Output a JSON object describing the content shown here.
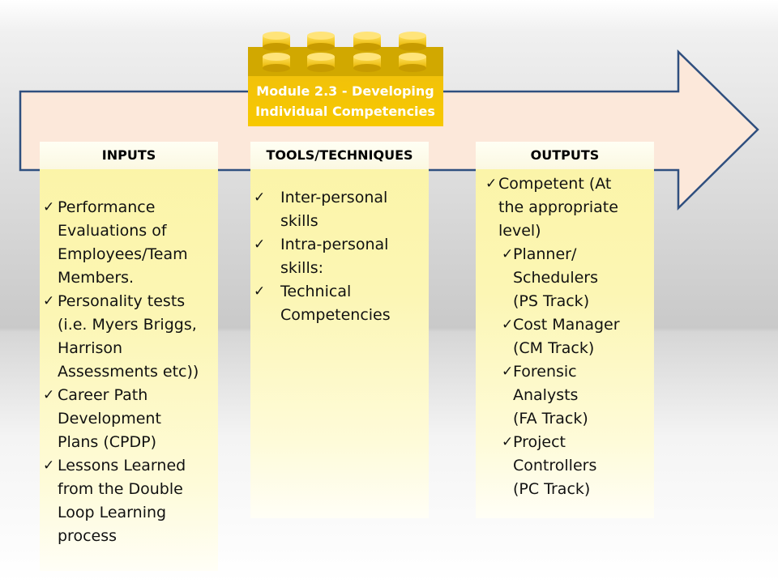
{
  "colors": {
    "arrow_fill": "#fce8da",
    "arrow_stroke": "#2f4f7f",
    "brick": "#f5c400",
    "brick_dark": "#b48b00",
    "column": "#fcf5a8"
  },
  "module": {
    "line1": "Module  2.3 - Developing",
    "line2": "Individual  Competencies"
  },
  "columns": {
    "inputs": {
      "heading": "INPUTS",
      "items": [
        "Performance\nEvaluations of\nEmployees/Team\nMembers.",
        "Personality tests\n(i.e. Myers Briggs,\nHarrison\nAssessments etc))",
        "Career Path\nDevelopment\nPlans (CPDP)",
        "Lessons Learned\nfrom the Double\nLoop Learning\nprocess"
      ]
    },
    "tools": {
      "heading": "TOOLS/TECHNIQUES",
      "items": [
        "Inter-personal\nskills",
        "Intra-personal\nskills:",
        "Technical\nCompetencies"
      ]
    },
    "outputs": {
      "heading": "OUTPUTS",
      "main": "Competent (At\nthe appropriate\nlevel)",
      "tracks": [
        "Planner/\nSchedulers\n(PS Track)",
        "Cost Manager\n(CM Track)",
        "Forensic\nAnalysts\n(FA Track)",
        "Project\nControllers\n(PC Track)"
      ]
    }
  },
  "check_glyph": "✓"
}
